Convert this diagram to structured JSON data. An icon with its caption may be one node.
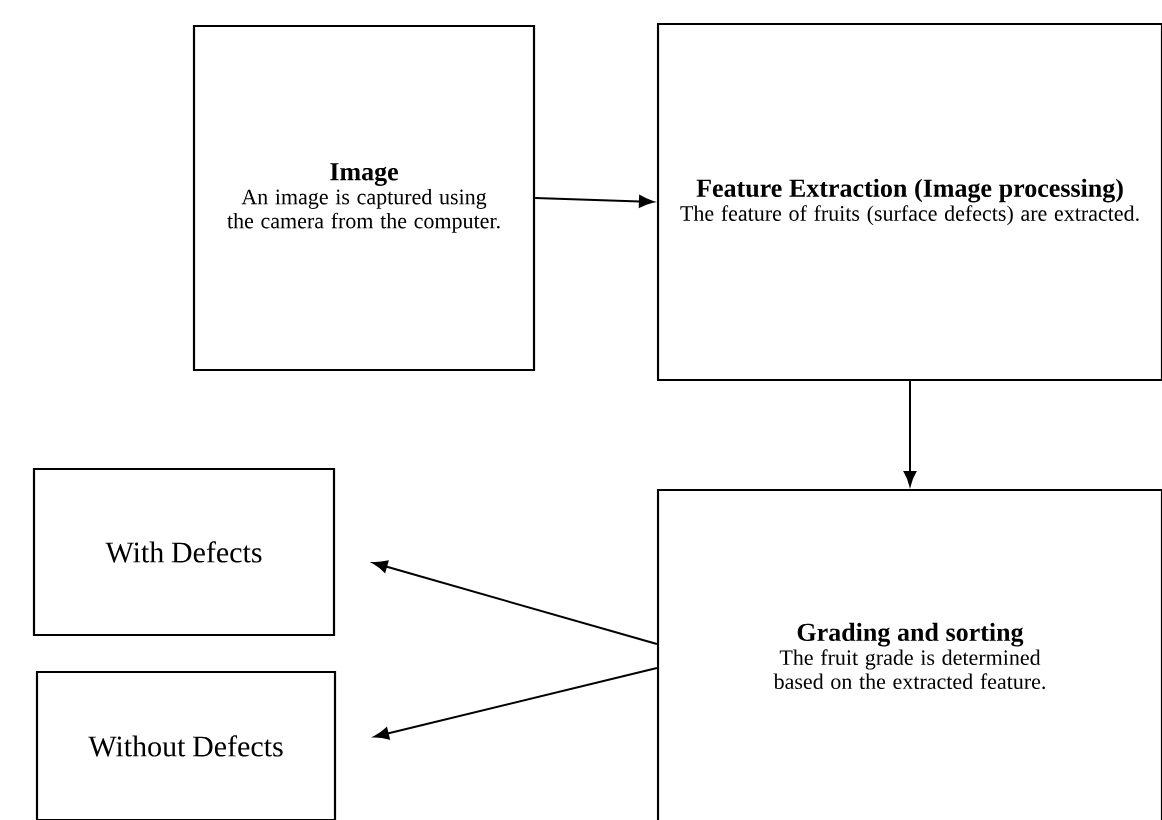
{
  "diagram": {
    "nodes": [
      {
        "text": [
          "Image",
          "An image is captured using the camera from the computer."
        ]
      },
      {
        "text": [
          "Feature Extraction (Image processing)",
          "The feature of fruits (surface defects) are extracted."
        ]
      },
      {
        "text": [
          "Grading and sorting",
          "The fruit grade is determined based on the extracted feature."
        ]
      },
      {
        "text": [
          "With Defects"
        ]
      },
      {
        "text": [
          "Without Defects"
        ]
      }
    ],
    "edges": [
      {
        "from": 0,
        "to": 1,
        "arrow": "to"
      },
      {
        "from": 1,
        "to": 2,
        "arrow": "to"
      },
      {
        "from": 2,
        "to": 3,
        "arrow": "to"
      },
      {
        "from": 2,
        "to": 4,
        "arrow": "to"
      }
    ]
  }
}
